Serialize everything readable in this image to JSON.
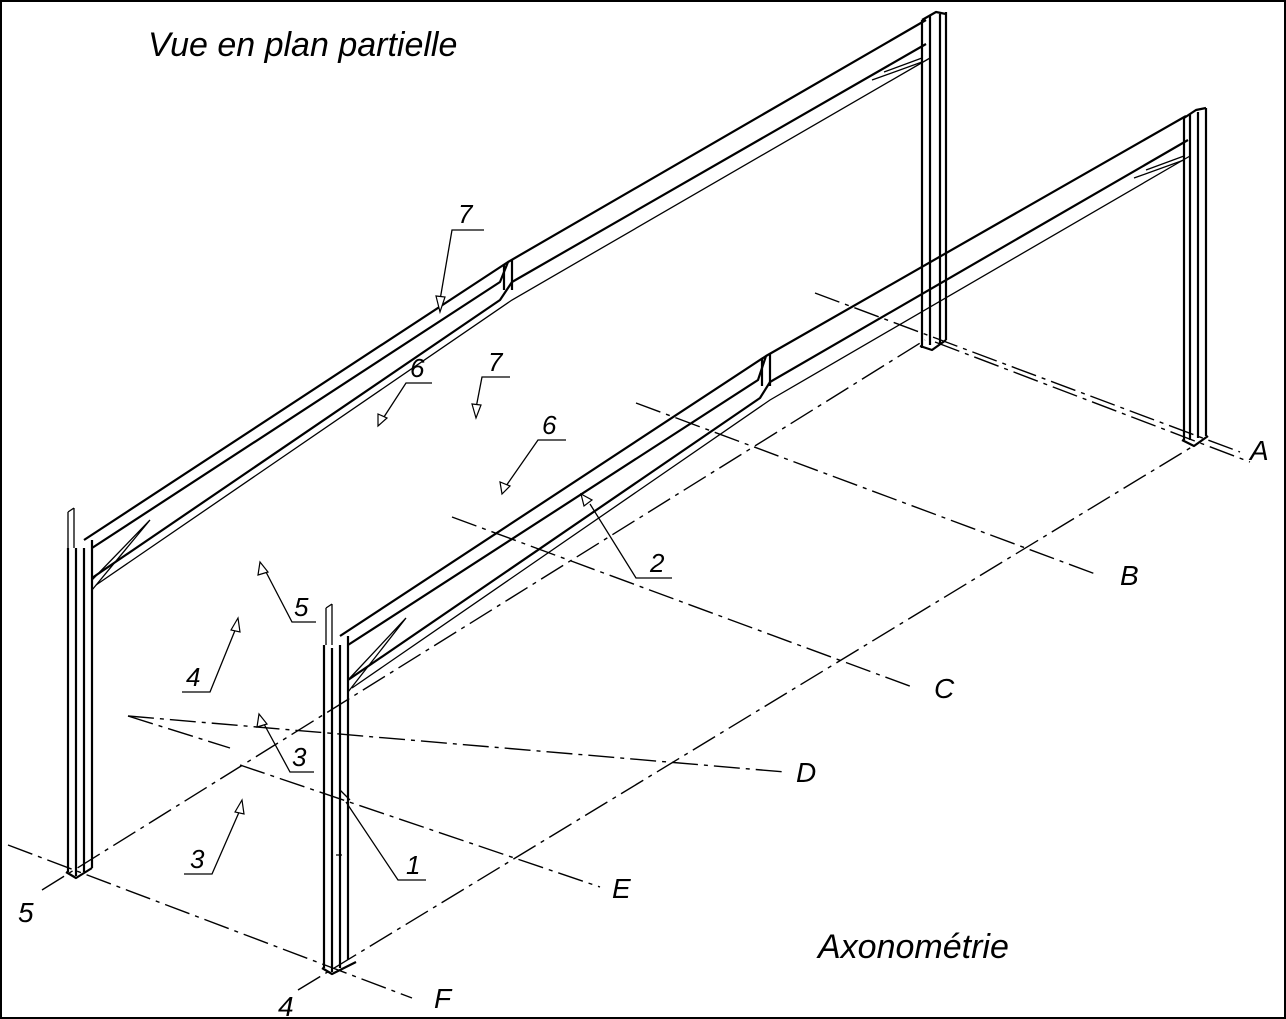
{
  "titles": {
    "plan": "Vue en plan partielle",
    "axonometry": "Axonométrie"
  },
  "grid_letters": [
    "A",
    "B",
    "C",
    "D",
    "E",
    "F"
  ],
  "grid_numbers": [
    "5",
    "4"
  ],
  "callouts": [
    "7",
    "6",
    "7",
    "6",
    "2",
    "5",
    "4",
    "3",
    "3",
    "1"
  ]
}
